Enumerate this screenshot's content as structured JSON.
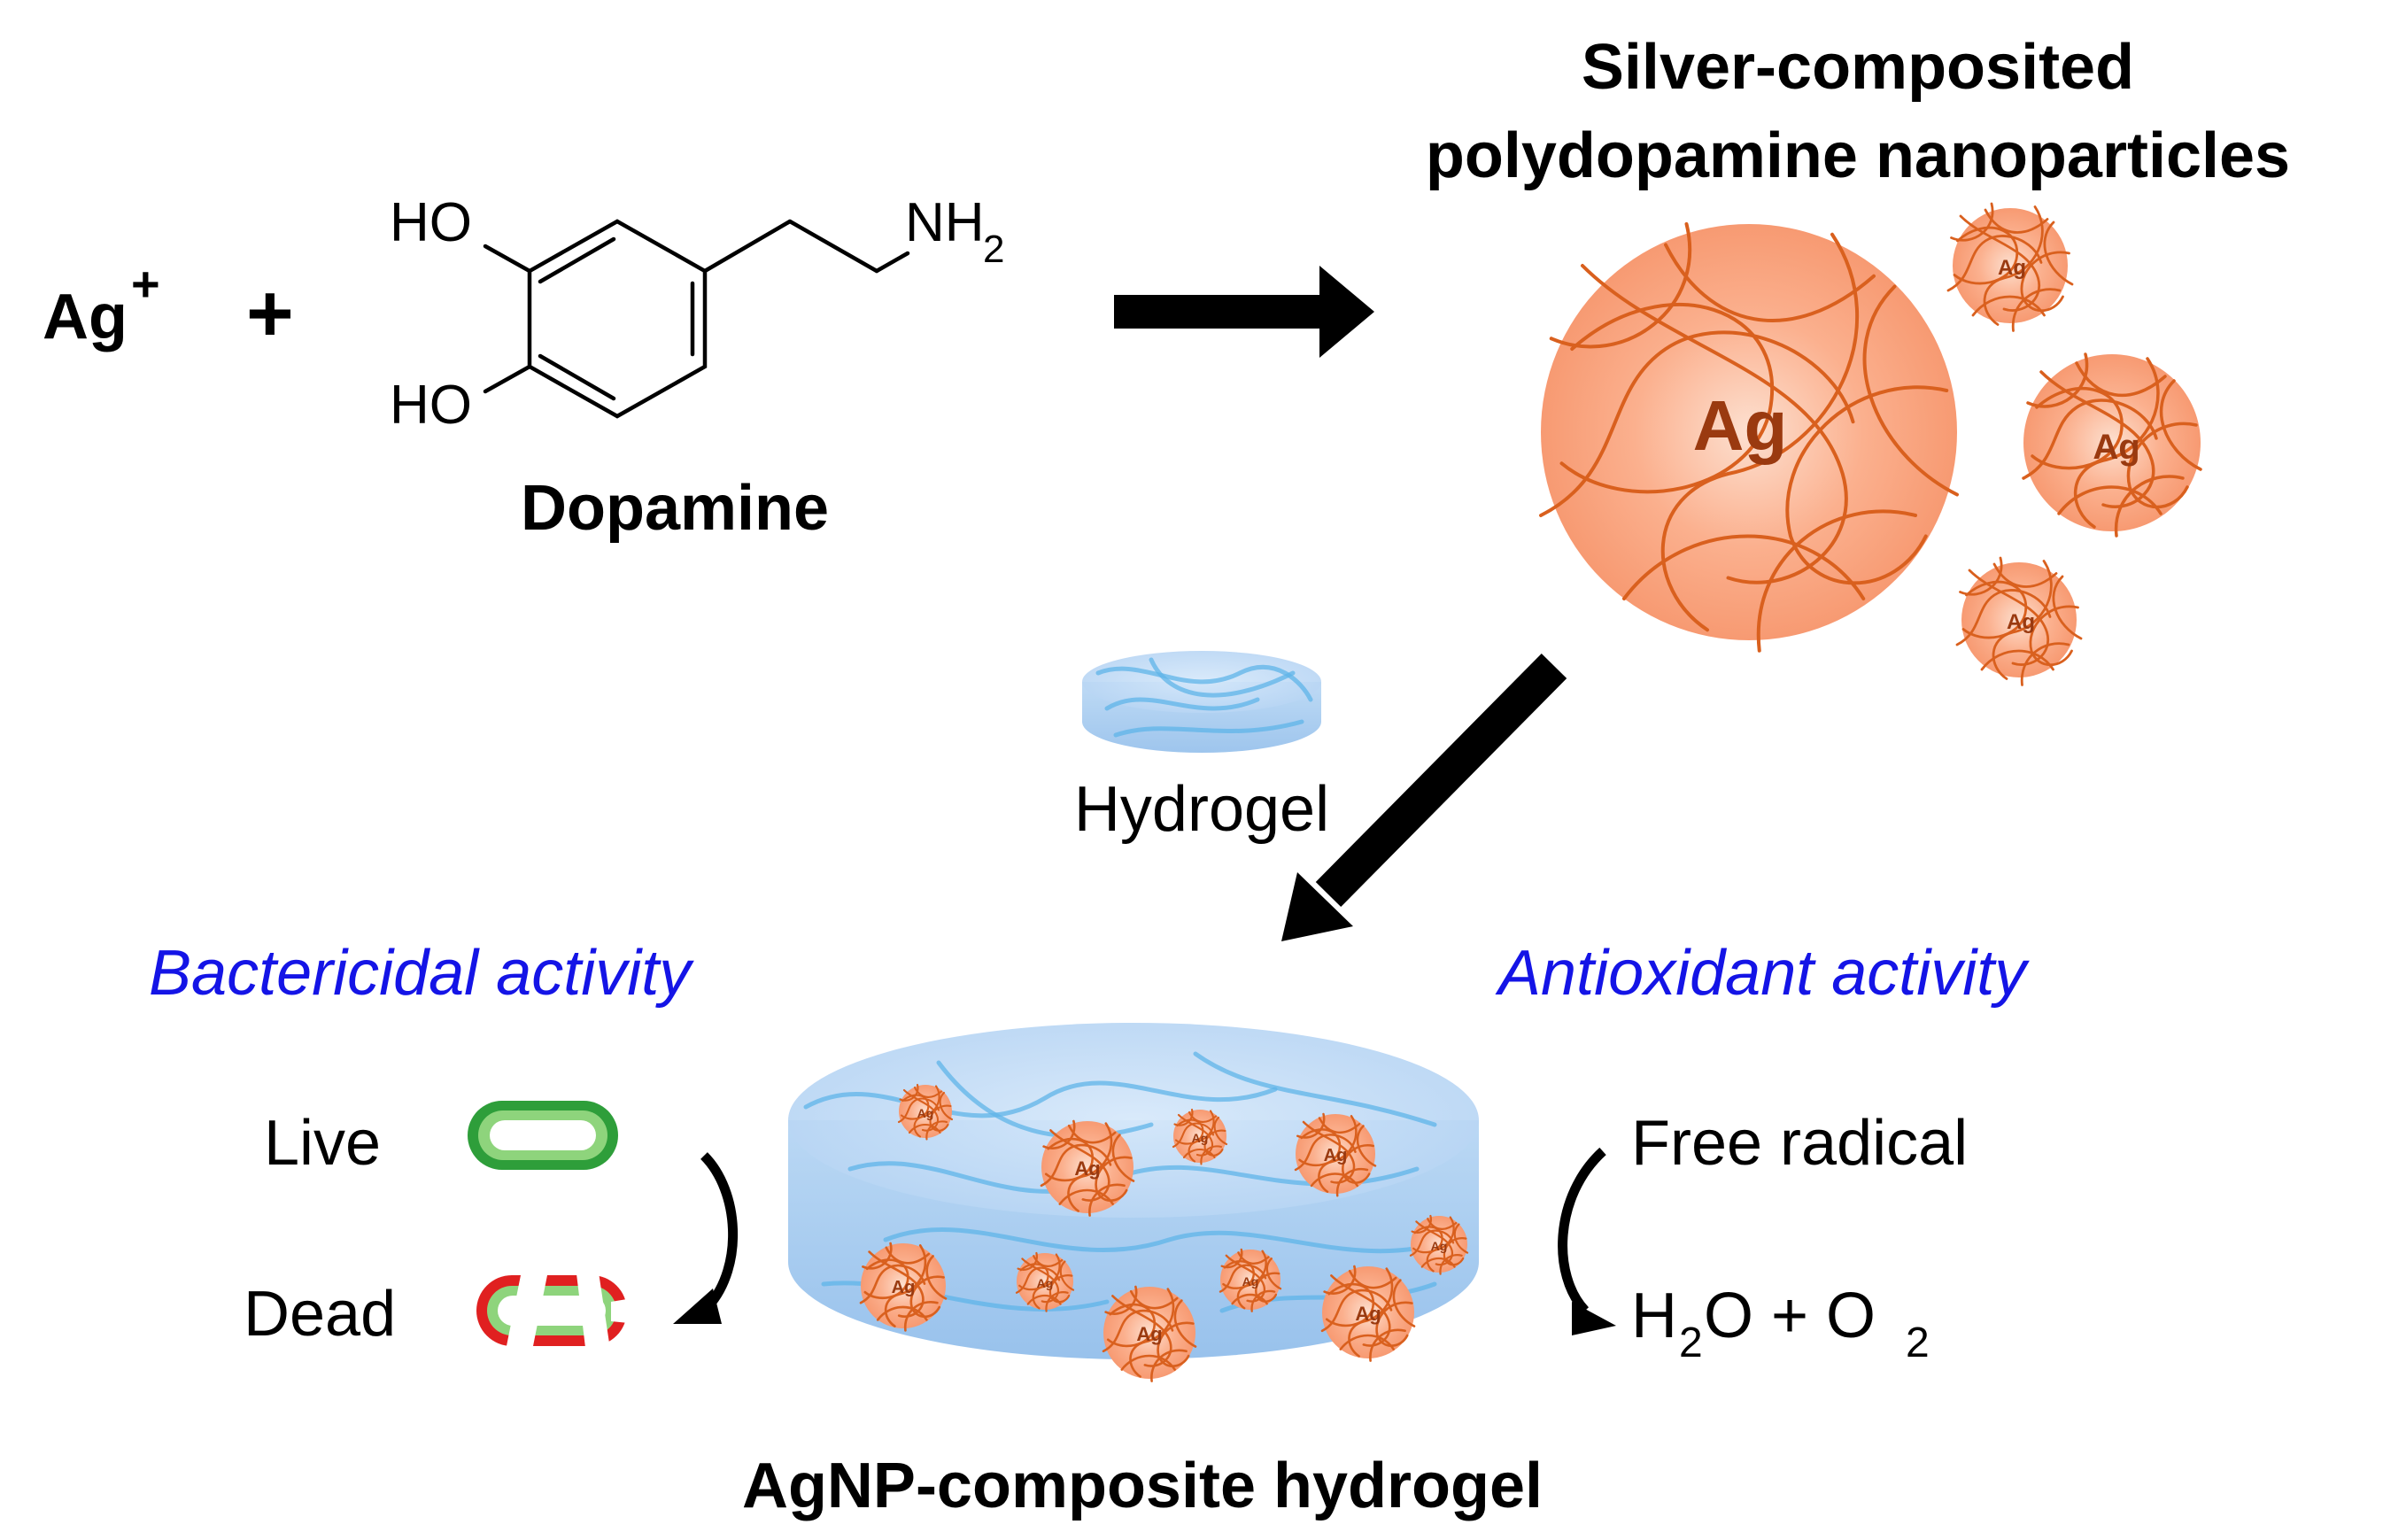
{
  "reaction": {
    "reactant_ion": "Ag",
    "reactant_ion_charge": "+",
    "plus_sign": "+",
    "molecule_name": "Dopamine",
    "molecule_groups": {
      "hydroxyl_top": "HO",
      "hydroxyl_bottom": "HO",
      "amine": "NH",
      "amine_subscript": "2"
    }
  },
  "product": {
    "title_line1": "Silver-composited",
    "title_line2": "polydopamine nanoparticles",
    "particle_label": "Ag"
  },
  "hydrogel_label": "Hydrogel",
  "composite": {
    "title": "AgNP-composite hydrogel",
    "particle_label": "Ag"
  },
  "bactericidal": {
    "heading": "Bactericidal activity",
    "live_label": "Live",
    "dead_label": "Dead"
  },
  "antioxidant": {
    "heading": "Antioxidant activity",
    "reactant": "Free radical",
    "product_part1": "H",
    "product_sub1": "2",
    "product_part2": "O + O",
    "product_sub2": "2"
  },
  "colors": {
    "particle_fill": "#f9a27c",
    "fiber": "#d9601e",
    "hydrogel_blue": "#9fc8ef",
    "heading_blue": "#1414e6",
    "bacteria_green": "#2e9e3a",
    "bacteria_dead_red": "#e02020"
  }
}
